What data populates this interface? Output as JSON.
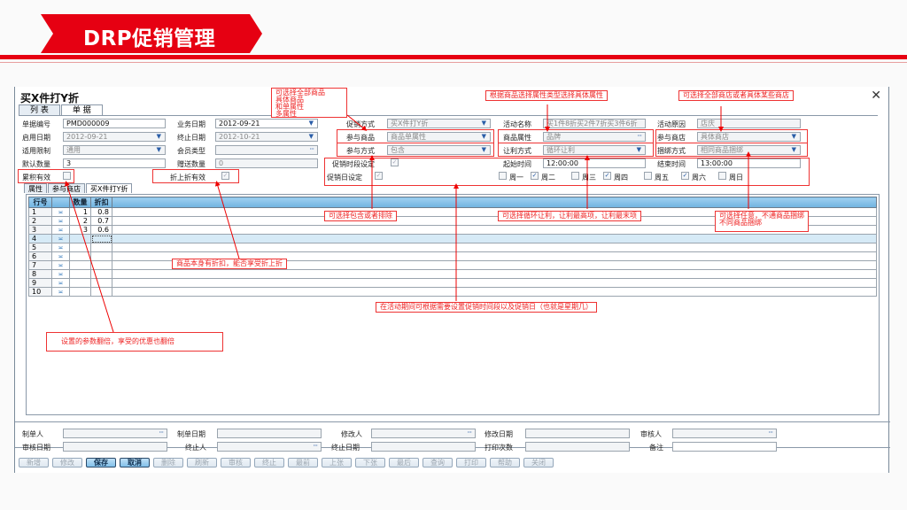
{
  "banner": {
    "title": "DRP促销管理",
    "color": "#e60012"
  },
  "window": {
    "title": "买X件打Y折",
    "tabs": [
      {
        "label": "列 表"
      },
      {
        "label": "单 据",
        "active": true
      }
    ]
  },
  "form": {
    "doc_no": {
      "label": "单据编号",
      "value": "PMD000009"
    },
    "biz_date": {
      "label": "业务日期",
      "value": "2012-09-21"
    },
    "start_date": {
      "label": "启用日期",
      "value": "2012-09-21"
    },
    "end_date": {
      "label": "终止日期",
      "value": "2012-10-21"
    },
    "limit": {
      "label": "适用限制",
      "value": "通用"
    },
    "member_type": {
      "label": "会员类型",
      "value": ""
    },
    "default_qty": {
      "label": "默认数量",
      "value": "3"
    },
    "gift_qty": {
      "label": "赠送数量",
      "value": "0"
    },
    "cumulative": {
      "label": "累积有效",
      "checked": false
    },
    "discount_on_discount": {
      "label": "折上折有效",
      "checked": true
    },
    "promo_method": {
      "label": "促销方式",
      "value": "买X件打Y折"
    },
    "goods_scope": {
      "label": "参与商品",
      "value": "商品单属性"
    },
    "join_mode": {
      "label": "参与方式",
      "value": "包含"
    },
    "time_setting": {
      "label": "促销时段设定",
      "checked": true
    },
    "day_setting": {
      "label": "促销日设定",
      "checked": true
    },
    "activity_name": {
      "label": "活动名称",
      "value": "买1件8折买2件7折买3件6折"
    },
    "goods_attr": {
      "label": "商品属性",
      "value": "品牌"
    },
    "concession_mode": {
      "label": "让利方式",
      "value": "循环让利"
    },
    "start_time": {
      "label": "起始时间",
      "value": "12:00:00"
    },
    "activity_reason": {
      "label": "活动原因",
      "value": "店庆"
    },
    "store_scope": {
      "label": "参与商店",
      "value": "具体商店"
    },
    "bundle_mode": {
      "label": "捆绑方式",
      "value": "相同商品捆绑"
    },
    "end_time": {
      "label": "结束时间",
      "value": "13:00:00"
    },
    "weekdays": [
      {
        "label": "周一",
        "checked": false
      },
      {
        "label": "周二",
        "checked": true
      },
      {
        "label": "周三",
        "checked": false
      },
      {
        "label": "周四",
        "checked": true
      },
      {
        "label": "周五",
        "checked": false
      },
      {
        "label": "周六",
        "checked": true
      },
      {
        "label": "周日",
        "checked": false
      }
    ]
  },
  "subtabs": [
    {
      "label": "属性"
    },
    {
      "label": "参与商店"
    },
    {
      "label": "买X件打Y折",
      "active": true
    }
  ],
  "grid": {
    "columns": [
      "行号",
      "",
      "数量",
      "折扣"
    ],
    "rows": [
      {
        "no": "1",
        "qty": "1",
        "disc": "0.8"
      },
      {
        "no": "2",
        "qty": "2",
        "disc": "0.7"
      },
      {
        "no": "3",
        "qty": "3",
        "disc": "0.6"
      },
      {
        "no": "4",
        "qty": "",
        "disc": "",
        "selected": true
      },
      {
        "no": "5",
        "qty": "",
        "disc": ""
      },
      {
        "no": "6",
        "qty": "",
        "disc": ""
      },
      {
        "no": "7",
        "qty": "",
        "disc": ""
      },
      {
        "no": "8",
        "qty": "",
        "disc": ""
      },
      {
        "no": "9",
        "qty": "",
        "disc": ""
      },
      {
        "no": "10",
        "qty": "",
        "disc": ""
      }
    ]
  },
  "footer": {
    "creator": "制单人",
    "create_date": "制单日期",
    "modifier": "修改人",
    "modify_date": "修改日期",
    "auditor": "审核人",
    "audit_date": "审核日期",
    "terminator": "终止人",
    "terminate_date": "终止日期",
    "print_count": "打印次数",
    "remark": "备注"
  },
  "buttons": [
    {
      "label": "新增"
    },
    {
      "label": "修改"
    },
    {
      "label": "保存",
      "active": true
    },
    {
      "label": "取消",
      "active": true
    },
    {
      "label": "删除"
    },
    {
      "label": "刷新"
    },
    {
      "label": "审核"
    },
    {
      "label": "终止"
    },
    {
      "label": "最前"
    },
    {
      "label": "上张"
    },
    {
      "label": "下张"
    },
    {
      "label": "最后"
    },
    {
      "label": "查询"
    },
    {
      "label": "打印"
    },
    {
      "label": "帮助"
    },
    {
      "label": "关闭"
    }
  ],
  "annotations": {
    "goods_scope": "可选择全部商品\n具体商品\n和单属性\n多属性",
    "goods_attr": "根据商品选择属性类型选择具体属性",
    "store_scope": "可选择全部商店或者具体某些商店",
    "join_mode": "可选择包含或者排除",
    "concession_mode": "可选择循环让利，让利最高项，让利最末项",
    "bundle_mode": "可选择任意，不通商品捆绑\n不同商品捆绑",
    "discount_on_discount": "商品本身有折扣，能否享受折上折",
    "time_day": "在活动期间可根据需要设置促销时间段以及促销日（也就是星期几）",
    "cumulative": "设置的参数翻倍，享受的优惠也翻倍"
  }
}
